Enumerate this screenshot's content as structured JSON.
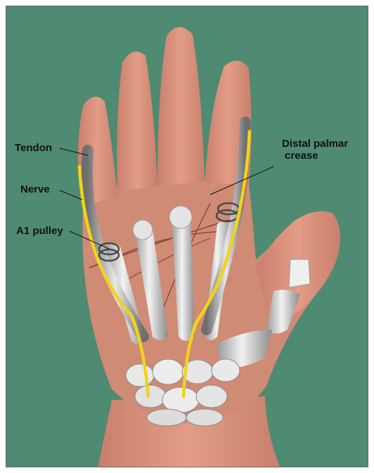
{
  "labels": {
    "tendon": "Tendon",
    "nerve": "Nerve",
    "a1_pulley": "A1 pulley",
    "distal_palmar_crease_line1": "Distal palmar",
    "distal_palmar_crease_line2": "crease"
  },
  "colors": {
    "background": "#4f8a72",
    "skin": "#d9907a",
    "palm": "#c97865",
    "bone": "#e6e6e6",
    "nerve": "#f2d21b",
    "tendon": "#bfbfbf",
    "crease": "#8a4a3a",
    "label_text": "#111111"
  }
}
